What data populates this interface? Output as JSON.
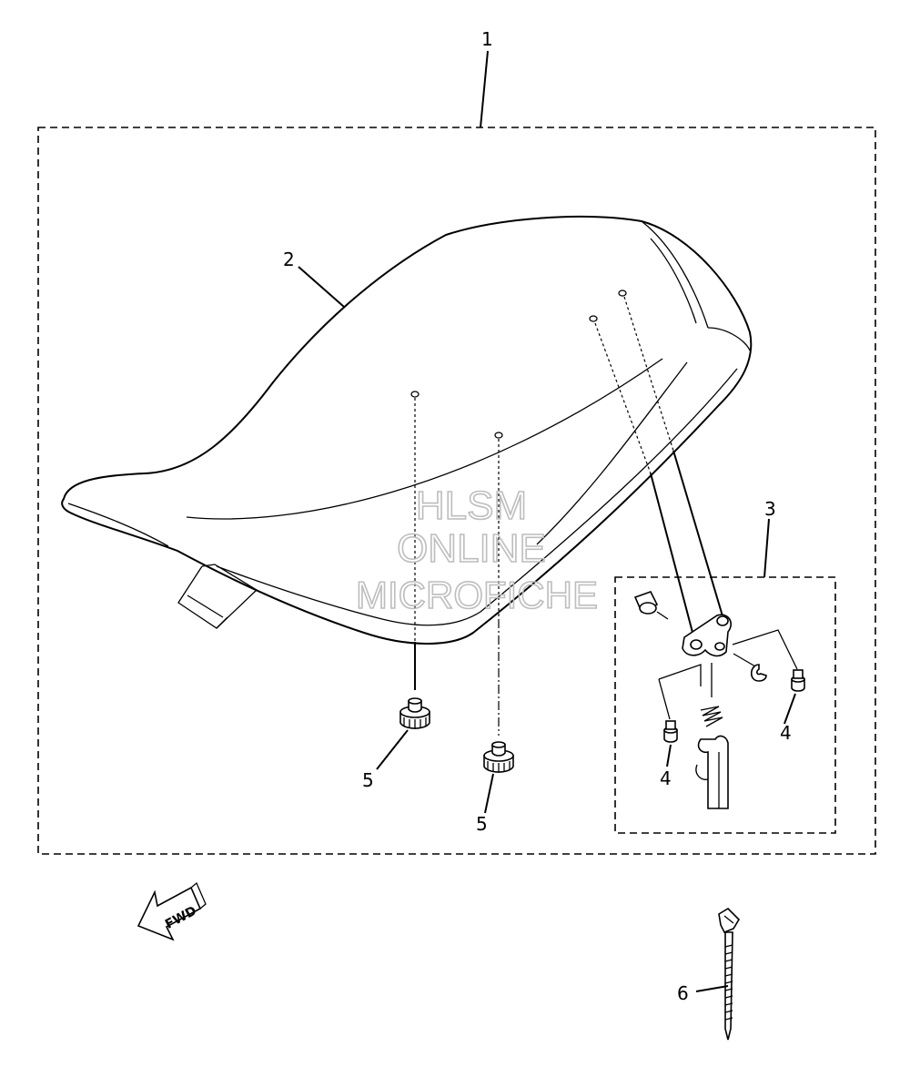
{
  "callouts": {
    "c1": "1",
    "c2": "2",
    "c3": "3",
    "c4a": "4",
    "c4b": "4",
    "c5a": "5",
    "c5b": "5",
    "c6": "6"
  },
  "fwd_label": "FWD",
  "watermark": {
    "line1": "HLSM",
    "line2": "ONLINE",
    "line3": "MICROFICHE"
  }
}
